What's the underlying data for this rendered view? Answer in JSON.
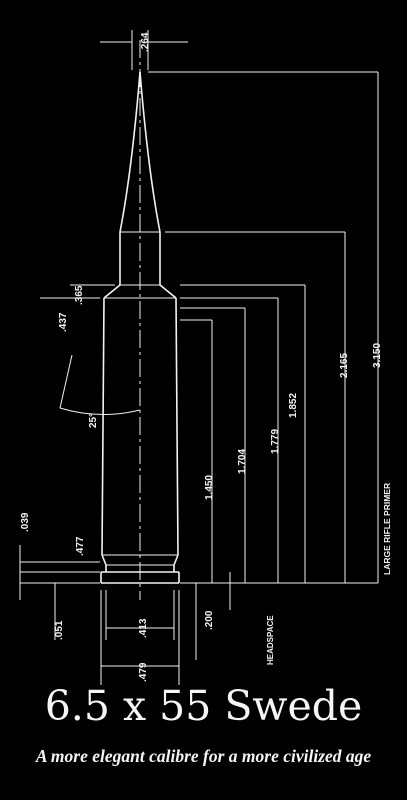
{
  "title": "6.5 x 55 Swede",
  "subtitle": "A more elegant calibre for a more civilized age",
  "dimensions": {
    "tip": ".264",
    "shoulder_dia": ".365",
    "body_dia": ".437",
    "angle": "25°",
    "rim_thick": ".039",
    "extractor_dia": ".477",
    "rim_to_groove": ".051",
    "groove_dia": ".413",
    "rim_dia": ".479",
    "groove_len": ".200",
    "len_1": "1.450",
    "len_2": "1.704",
    "len_3": "1.779",
    "len_4": "1.852",
    "len_5": "2.165",
    "overall": "3.150",
    "headspace": "HEADSPACE",
    "primer": "LARGE RIFLE PRIMER"
  },
  "colors": {
    "background": "#000000",
    "ink": "#f2f2f2"
  }
}
